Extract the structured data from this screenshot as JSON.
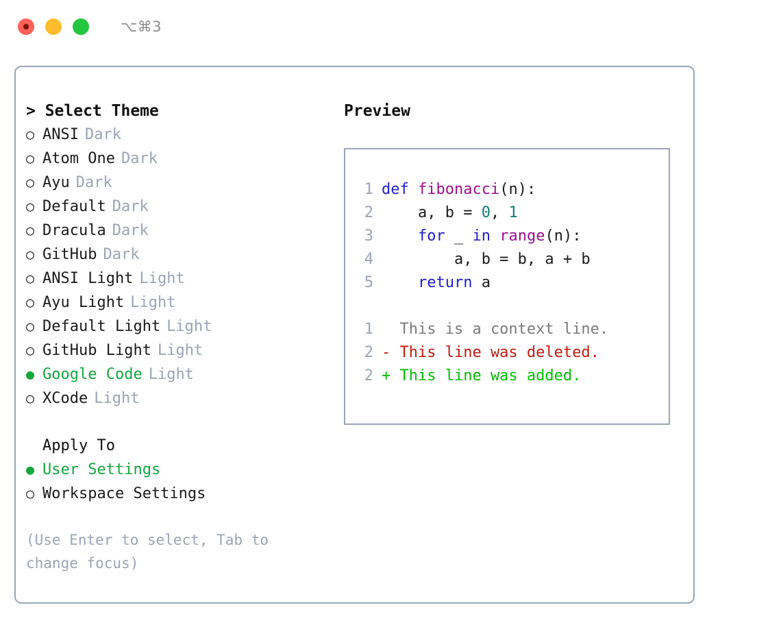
{
  "window": {
    "shortcut": "⌥⌘3",
    "traffic_lights": [
      {
        "name": "close",
        "color": "#ff6159"
      },
      {
        "name": "minimize",
        "color": "#ffbd2e"
      },
      {
        "name": "maximize",
        "color": "#24c63f"
      }
    ]
  },
  "theme_panel": {
    "heading": "> Select Theme",
    "markers": {
      "selected": "●",
      "unselected": "○"
    },
    "options": [
      {
        "label": "ANSI",
        "variant": "Dark",
        "selected": false
      },
      {
        "label": "Atom One",
        "variant": "Dark",
        "selected": false
      },
      {
        "label": "Ayu",
        "variant": "Dark",
        "selected": false
      },
      {
        "label": "Default",
        "variant": "Dark",
        "selected": false
      },
      {
        "label": "Dracula",
        "variant": "Dark",
        "selected": false
      },
      {
        "label": "GitHub",
        "variant": "Dark",
        "selected": false
      },
      {
        "label": "ANSI Light",
        "variant": "Light",
        "selected": false
      },
      {
        "label": "Ayu Light",
        "variant": "Light",
        "selected": false
      },
      {
        "label": "Default Light",
        "variant": "Light",
        "selected": false
      },
      {
        "label": "GitHub Light",
        "variant": "Light",
        "selected": false
      },
      {
        "label": "Google Code",
        "variant": "Light",
        "selected": true
      },
      {
        "label": "XCode",
        "variant": "Light",
        "selected": false
      }
    ]
  },
  "apply_panel": {
    "heading": "Apply To",
    "options": [
      {
        "label": "User Settings",
        "selected": true
      },
      {
        "label": "Workspace Settings",
        "selected": false
      }
    ]
  },
  "hint": "(Use Enter to select, Tab to change focus)",
  "preview": {
    "heading": "Preview",
    "code_lines": [
      {
        "number": "1",
        "tokens": [
          {
            "text": "def ",
            "type": "kw"
          },
          {
            "text": "fibonacci",
            "type": "fn"
          },
          {
            "text": "(n):",
            "type": "plain"
          }
        ]
      },
      {
        "number": "2",
        "tokens": [
          {
            "text": "    a, b = ",
            "type": "plain"
          },
          {
            "text": "0",
            "type": "num"
          },
          {
            "text": ", ",
            "type": "plain"
          },
          {
            "text": "1",
            "type": "num"
          }
        ]
      },
      {
        "number": "3",
        "tokens": [
          {
            "text": "    ",
            "type": "plain"
          },
          {
            "text": "for",
            "type": "kw"
          },
          {
            "text": " _ ",
            "type": "plain"
          },
          {
            "text": "in",
            "type": "kw"
          },
          {
            "text": " ",
            "type": "plain"
          },
          {
            "text": "range",
            "type": "fn"
          },
          {
            "text": "(n):",
            "type": "plain"
          }
        ]
      },
      {
        "number": "4",
        "tokens": [
          {
            "text": "        a, b = b, a + b",
            "type": "plain"
          }
        ]
      },
      {
        "number": "5",
        "tokens": [
          {
            "text": "    ",
            "type": "plain"
          },
          {
            "text": "return",
            "type": "kw"
          },
          {
            "text": " a",
            "type": "plain"
          }
        ]
      }
    ],
    "diff_lines": [
      {
        "number": "1",
        "text": "  This is a context line.",
        "kind": "context"
      },
      {
        "number": "2",
        "text": "- This line was deleted.",
        "kind": "del"
      },
      {
        "number": "2",
        "text": "+ This line was added.",
        "kind": "add"
      }
    ]
  },
  "colors": {
    "accent_green": "#12a83c",
    "muted": "#9aa4b6",
    "border": "#9aa5b6",
    "keyword": "#1d1ecb",
    "function": "#9c0f8f",
    "number": "#0b7d77",
    "diff_deleted": "#c41a10",
    "diff_added": "#00bf00",
    "diff_context": "#7b7b7b"
  }
}
